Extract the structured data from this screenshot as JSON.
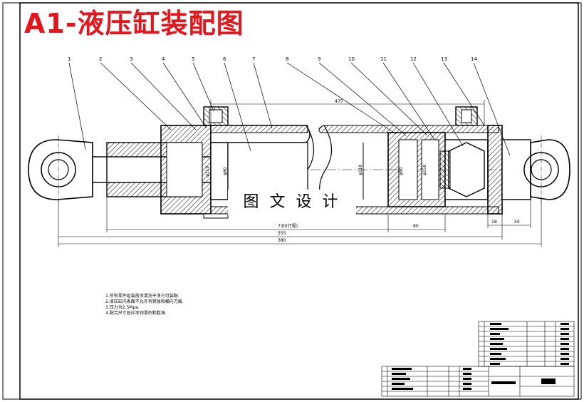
{
  "title": "A1-液压缸装配图",
  "watermark": "图 文 设 计",
  "balloons": [
    "1",
    "2",
    "3",
    "4",
    "5",
    "6",
    "7",
    "8",
    "9",
    "10",
    "11",
    "12",
    "13",
    "14"
  ],
  "dimensions": {
    "d475": "475",
    "d730": "730(行程)",
    "d80": "80",
    "d18": "18",
    "d50": "50",
    "d555": "555",
    "d380": "380",
    "phi110a": "φ110",
    "phi80": "φ80",
    "phi110b": "φ110",
    "phi90": "φ90",
    "phi150": "φ150"
  },
  "notes": [
    "1.所有零件组装前须清洗干净方可装配.",
    "2.液压缸内表面不允许有锈蚀和横向刀痕.",
    "3.压力为2.5Mpa.",
    "4.配合尺寸处应涂润滑剂和脂油."
  ]
}
